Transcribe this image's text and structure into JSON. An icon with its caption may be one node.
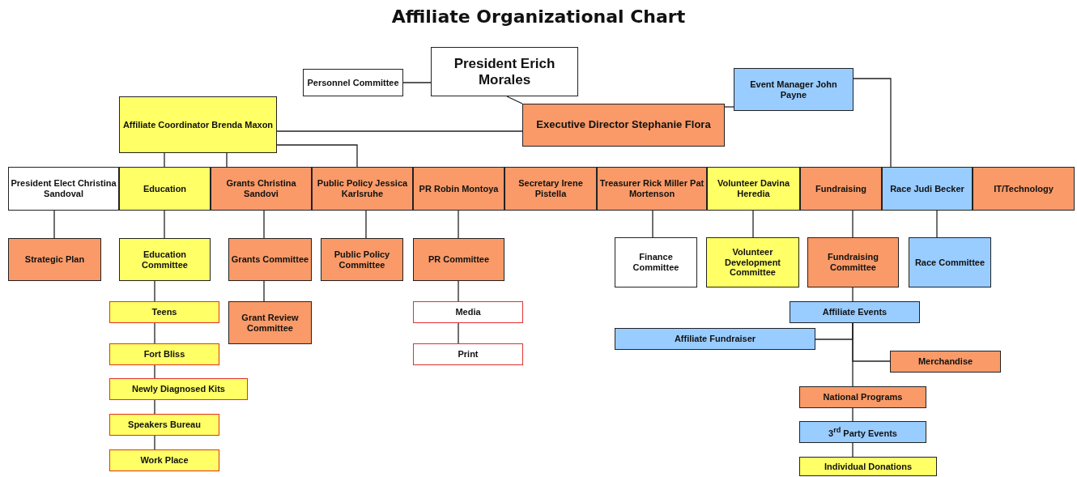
{
  "diagram": {
    "title": "Affiliate Organizational Chart",
    "nodes": [
      {
        "text": [
          "President Erich Morales"
        ]
      },
      {
        "text": [
          "Personnel Committee"
        ]
      },
      {
        "text": [
          "Executive Director Stephanie Flora"
        ]
      },
      {
        "text": [
          "Event Manager John Payne"
        ]
      },
      {
        "text": [
          "Affiliate Coordinator Brenda Maxon"
        ]
      },
      {
        "text": [
          "President Elect Christina Sandoval"
        ]
      },
      {
        "text": [
          "Education"
        ]
      },
      {
        "text": [
          "Grants Christina Sandovi"
        ]
      },
      {
        "text": [
          "Public Policy Jessica Karlsruhe"
        ]
      },
      {
        "text": [
          "PR Robin Montoya"
        ]
      },
      {
        "text": [
          "Secretary Irene Pistella"
        ]
      },
      {
        "text": [
          "Treasurer Rick Miller Pat Mortenson"
        ]
      },
      {
        "text": [
          "Volunteer Davina Heredia"
        ]
      },
      {
        "text": [
          "Fundraising"
        ]
      },
      {
        "text": [
          "Race Judi Becker"
        ]
      },
      {
        "text": [
          "IT/Technology"
        ]
      },
      {
        "text": [
          "Strategic Plan"
        ]
      },
      {
        "text": [
          "Education Committee"
        ]
      },
      {
        "text": [
          "Grants Committee"
        ]
      },
      {
        "text": [
          "Public Policy Committee"
        ]
      },
      {
        "text": [
          "PR Committee"
        ]
      },
      {
        "text": [
          "Finance Committee"
        ]
      },
      {
        "text": [
          "Volunteer Development Committee"
        ]
      },
      {
        "text": [
          "Fundraising Committee"
        ]
      },
      {
        "text": [
          "Race Committee"
        ]
      },
      {
        "text": [
          "Teens"
        ]
      },
      {
        "text": [
          "Grant Review Committee"
        ]
      },
      {
        "text": [
          "Media"
        ]
      },
      {
        "text": [
          "Fort Bliss"
        ]
      },
      {
        "text": [
          "Print"
        ]
      },
      {
        "text": [
          "Newly Diagnosed Kits"
        ]
      },
      {
        "text": [
          "Speakers Bureau"
        ]
      },
      {
        "text": [
          "Work Place"
        ]
      },
      {
        "text": [
          "Affiliate Events"
        ]
      },
      {
        "text": [
          "Affiliate Fundraiser"
        ]
      },
      {
        "text": [
          "Merchandise"
        ]
      },
      {
        "text": [
          "National Programs"
        ]
      },
      {
        "text": [
          "3$^{rd}$ Party Events"
        ]
      },
      {
        "text": [
          "Individual Donations"
        ]
      }
    ],
    "edges": [
      {
        "from": 0,
        "to": 1,
        "arrow": "none"
      },
      {
        "from": 0,
        "to": 2,
        "arrow": "none"
      },
      {
        "from": 2,
        "to": 3,
        "arrow": "none"
      },
      {
        "from": 2,
        "to": 4,
        "arrow": "none"
      },
      {
        "from": 4,
        "to": 6,
        "arrow": "none"
      },
      {
        "from": 4,
        "to": 7,
        "arrow": "none"
      },
      {
        "from": 4,
        "to": 8,
        "arrow": "none"
      },
      {
        "from": 3,
        "to": 14,
        "arrow": "none"
      },
      {
        "from": 5,
        "to": 16,
        "arrow": "none"
      },
      {
        "from": 6,
        "to": 17,
        "arrow": "none"
      },
      {
        "from": 7,
        "to": 18,
        "arrow": "none"
      },
      {
        "from": 8,
        "to": 19,
        "arrow": "none"
      },
      {
        "from": 9,
        "to": 20,
        "arrow": "none"
      },
      {
        "from": 11,
        "to": 21,
        "arrow": "none"
      },
      {
        "from": 12,
        "to": 22,
        "arrow": "none"
      },
      {
        "from": 13,
        "to": 23,
        "arrow": "none"
      },
      {
        "from": 14,
        "to": 24,
        "arrow": "none"
      },
      {
        "from": 17,
        "to": 25,
        "arrow": "none"
      },
      {
        "from": 25,
        "to": 28,
        "arrow": "none"
      },
      {
        "from": 28,
        "to": 30,
        "arrow": "none"
      },
      {
        "from": 30,
        "to": 31,
        "arrow": "none"
      },
      {
        "from": 31,
        "to": 32,
        "arrow": "none"
      },
      {
        "from": 18,
        "to": 26,
        "arrow": "none"
      },
      {
        "from": 20,
        "to": 27,
        "arrow": "none"
      },
      {
        "from": 27,
        "to": 29,
        "arrow": "none"
      },
      {
        "from": 23,
        "to": 33,
        "arrow": "none"
      },
      {
        "from": 33,
        "to": 34,
        "arrow": "none"
      },
      {
        "from": 33,
        "to": 35,
        "arrow": "none"
      },
      {
        "from": 33,
        "to": 36,
        "arrow": "none"
      },
      {
        "from": 36,
        "to": 37,
        "arrow": "none"
      },
      {
        "from": 37,
        "to": 38,
        "arrow": "none"
      }
    ]
  }
}
